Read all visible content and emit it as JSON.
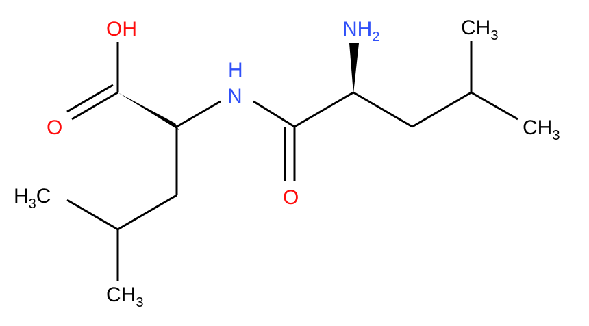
{
  "colors": {
    "bond": "#000000",
    "oxygen": "#ff0d0d",
    "nitrogen": "#3050f8",
    "carbon": "#000000"
  },
  "atoms": {
    "hydroxyl": {
      "main": "OH"
    },
    "carbonyl_acid": {
      "main": "O"
    },
    "amide_n": {
      "main": "N",
      "h": "H"
    },
    "amino": {
      "main": "NH",
      "sub": "2"
    },
    "carbonyl_amide": {
      "main": "O"
    },
    "methyl_top_right": {
      "main": "CH",
      "sub": "3"
    },
    "methyl_right": {
      "main": "CH",
      "sub": "3"
    },
    "methyl_left": {
      "main": "H",
      "sub": "3",
      "tail": "C"
    },
    "methyl_bottom": {
      "main": "CH",
      "sub": "3"
    }
  }
}
